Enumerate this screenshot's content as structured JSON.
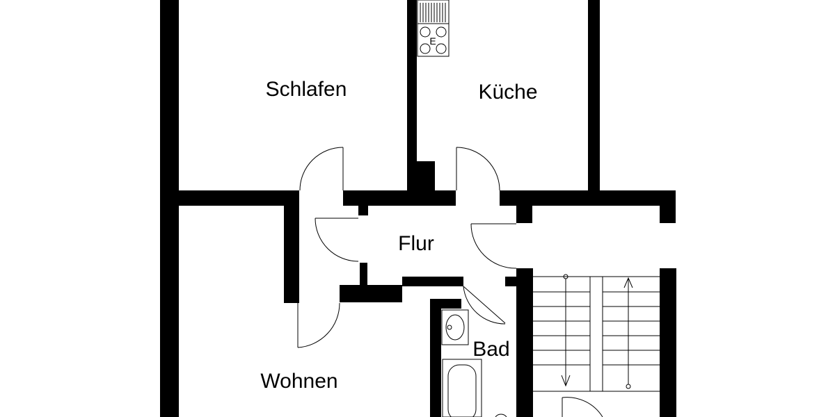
{
  "floor_plan": {
    "rooms": {
      "schlafen": "Schlafen",
      "kueche": "Küche",
      "flur": "Flur",
      "bad": "Bad",
      "wohnen": "Wohnen"
    },
    "stove_label": "E"
  }
}
